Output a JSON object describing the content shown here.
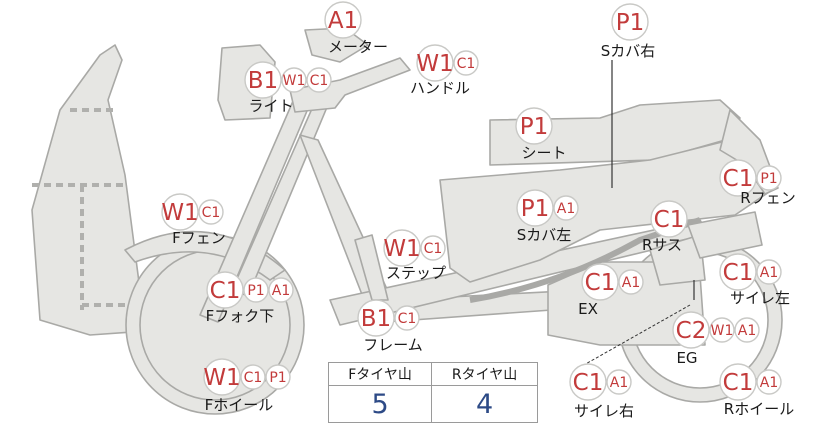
{
  "parts": [
    {
      "id": "meter",
      "label": "メーター",
      "badges": [
        "A1"
      ]
    },
    {
      "id": "handle",
      "label": "ハンドル",
      "badges": [
        "W1",
        "C1"
      ]
    },
    {
      "id": "light",
      "label": "ライト",
      "badges": [
        "B1",
        "W1",
        "C1"
      ]
    },
    {
      "id": "side-cover-right",
      "label": "Sカバ右",
      "badges": [
        "P1"
      ]
    },
    {
      "id": "seat",
      "label": "シート",
      "badges": [
        "P1"
      ]
    },
    {
      "id": "rear-fender",
      "label": "Rフェン",
      "badges": [
        "C1",
        "P1"
      ]
    },
    {
      "id": "front-fender",
      "label": "Fフェン",
      "badges": [
        "W1",
        "C1"
      ]
    },
    {
      "id": "side-cover-left",
      "label": "Sカバ左",
      "badges": [
        "P1",
        "A1"
      ]
    },
    {
      "id": "rear-suspension",
      "label": "Rサス",
      "badges": [
        "C1"
      ]
    },
    {
      "id": "step",
      "label": "ステップ",
      "badges": [
        "W1",
        "C1"
      ]
    },
    {
      "id": "exhaust",
      "label": "EX",
      "badges": [
        "C1",
        "A1"
      ]
    },
    {
      "id": "muffler-left",
      "label": "サイレ左",
      "badges": [
        "C1",
        "A1"
      ]
    },
    {
      "id": "front-fork",
      "label": "Fフォク下",
      "badges": [
        "C1",
        "P1",
        "A1"
      ]
    },
    {
      "id": "frame",
      "label": "フレーム",
      "badges": [
        "B1",
        "C1"
      ]
    },
    {
      "id": "engine",
      "label": "EG",
      "badges": [
        "C2",
        "W1",
        "A1"
      ]
    },
    {
      "id": "front-wheel",
      "label": "Fホイール",
      "badges": [
        "W1",
        "C1",
        "P1"
      ]
    },
    {
      "id": "muffler-right",
      "label": "サイレ右",
      "badges": [
        "C1",
        "A1"
      ]
    },
    {
      "id": "rear-wheel",
      "label": "Rホイール",
      "badges": [
        "C1",
        "A1"
      ]
    }
  ],
  "tires": {
    "front_label": "Fタイヤ山",
    "rear_label": "Rタイヤ山",
    "front_value": "5",
    "rear_value": "4"
  }
}
